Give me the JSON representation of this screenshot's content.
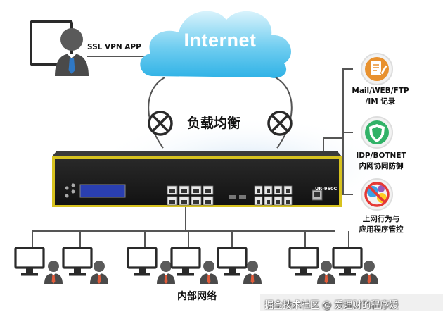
{
  "cloud": {
    "label": "Internet"
  },
  "remote_user": {
    "label": "SSL VPN APP"
  },
  "load_balance": {
    "label": "负载均衡"
  },
  "device": {
    "model": "UR-960C"
  },
  "features": {
    "mail": {
      "line1": "Mail/WEB/FTP",
      "line2": "/IM 记录",
      "icon": "document-pen-icon"
    },
    "idp": {
      "line1": "IDP/BOTNET",
      "line2": "内网协同防御",
      "icon": "shield-icon"
    },
    "behavior": {
      "line1": "上网行为与",
      "line2": "应用程序管控",
      "icon": "prohibited-apps-icon"
    }
  },
  "lan": {
    "label": "内部网络"
  },
  "watermark": {
    "text": "掘金技术社区 @ 爱理财的程序媛"
  },
  "colors": {
    "cloud_top": "#cfeefa",
    "cloud_bottom": "#2fb2e6",
    "connector": "#555555",
    "device_body": "#1c1c1c",
    "device_trim": "#d7c21f",
    "lcd": "#2a3fb0",
    "mail_icon": "#e8912e",
    "shield_icon": "#31b267",
    "prohibit_icon": "#e53935"
  }
}
